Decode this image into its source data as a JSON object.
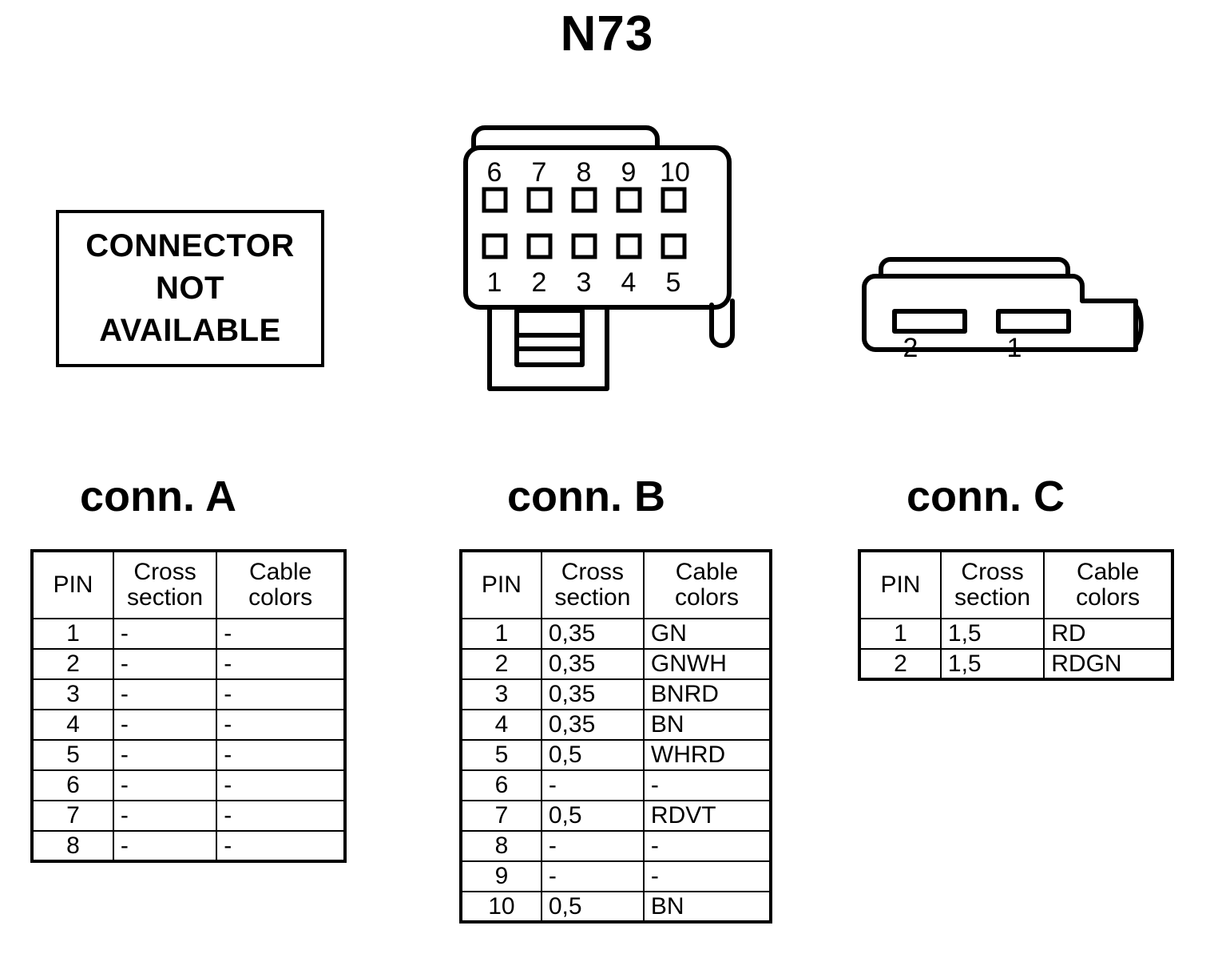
{
  "title": "N73",
  "not_available_box": {
    "line1": "CONNECTOR",
    "line2": "NOT",
    "line3": "AVAILABLE"
  },
  "connector_b_diagram": {
    "top_row_labels": [
      "6",
      "7",
      "8",
      "9",
      "10"
    ],
    "bottom_row_labels": [
      "1",
      "2",
      "3",
      "4",
      "5"
    ],
    "pin_count": 10
  },
  "connector_c_diagram": {
    "slot_labels": [
      "2",
      "1"
    ],
    "pin_count": 2
  },
  "headings": {
    "a": "conn. A",
    "b": "conn. B",
    "c": "conn. C"
  },
  "table_headers": {
    "pin": "PIN",
    "cross_l1": "Cross",
    "cross_l2": "section",
    "cable_l1": "Cable",
    "cable_l2": "colors"
  },
  "tables": {
    "a": {
      "rows": [
        {
          "pin": "1",
          "cross_section": "-",
          "cable_colors": "-"
        },
        {
          "pin": "2",
          "cross_section": "-",
          "cable_colors": "-"
        },
        {
          "pin": "3",
          "cross_section": "-",
          "cable_colors": "-"
        },
        {
          "pin": "4",
          "cross_section": "-",
          "cable_colors": "-"
        },
        {
          "pin": "5",
          "cross_section": "-",
          "cable_colors": "-"
        },
        {
          "pin": "6",
          "cross_section": "-",
          "cable_colors": "-"
        },
        {
          "pin": "7",
          "cross_section": "-",
          "cable_colors": "-"
        },
        {
          "pin": "8",
          "cross_section": "-",
          "cable_colors": "-"
        }
      ]
    },
    "b": {
      "rows": [
        {
          "pin": "1",
          "cross_section": "0,35",
          "cable_colors": "GN"
        },
        {
          "pin": "2",
          "cross_section": "0,35",
          "cable_colors": "GNWH"
        },
        {
          "pin": "3",
          "cross_section": "0,35",
          "cable_colors": "BNRD"
        },
        {
          "pin": "4",
          "cross_section": "0,35",
          "cable_colors": "BN"
        },
        {
          "pin": "5",
          "cross_section": "0,5",
          "cable_colors": "WHRD"
        },
        {
          "pin": "6",
          "cross_section": "-",
          "cable_colors": "-"
        },
        {
          "pin": "7",
          "cross_section": "0,5",
          "cable_colors": "RDVT"
        },
        {
          "pin": "8",
          "cross_section": "-",
          "cable_colors": "-"
        },
        {
          "pin": "9",
          "cross_section": "-",
          "cable_colors": "-"
        },
        {
          "pin": "10",
          "cross_section": "0,5",
          "cable_colors": "BN"
        }
      ]
    },
    "c": {
      "rows": [
        {
          "pin": "1",
          "cross_section": "1,5",
          "cable_colors": "RD"
        },
        {
          "pin": "2",
          "cross_section": "1,5",
          "cable_colors": "RDGN"
        }
      ]
    }
  },
  "colors": {
    "stroke": "#000000",
    "background": "#ffffff"
  }
}
